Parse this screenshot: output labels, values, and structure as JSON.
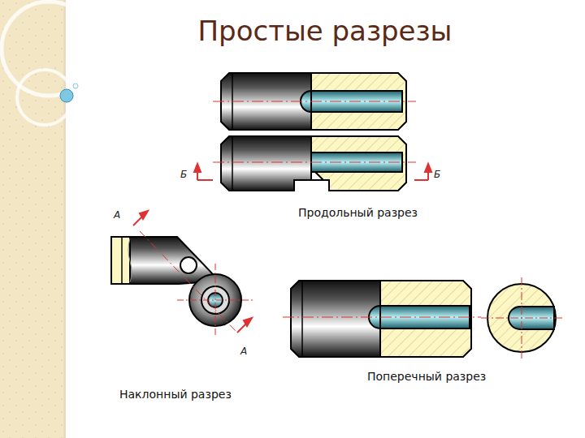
{
  "diagram": {
    "title": "Простые разрезы",
    "labels": [
      "Б",
      "Б",
      "Продольный разрез",
      "А",
      "А",
      "Поперечный разрез",
      "Наклонный разрез"
    ]
  }
}
